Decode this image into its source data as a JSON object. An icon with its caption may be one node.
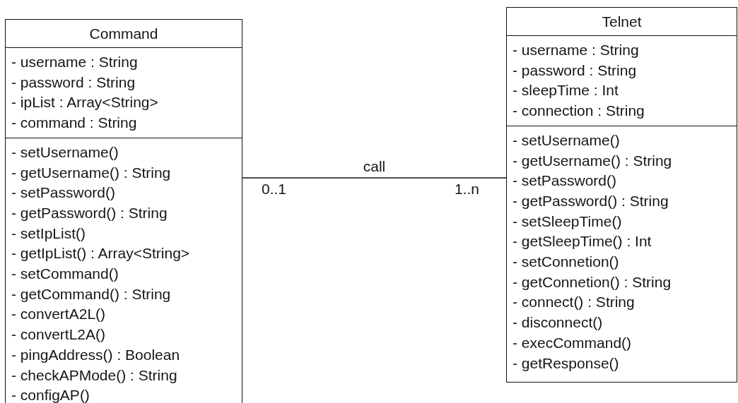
{
  "diagram": {
    "nodes": [
      {
        "text": [
          "Command"
        ]
      },
      {
        "text": [
          "- username : String",
          "- password : String",
          "- ipList : Array<String>",
          "- command : String"
        ],
        "in": 0
      },
      {
        "text": [
          "- setUsername()",
          "- getUsername() : String",
          "- setPassword()",
          "- getPassword() : String",
          "- setIpList()",
          "- getIpList() : Array<String>",
          "- setCommand()",
          "- getCommand() : String",
          "- convertA2L()",
          "- convertL2A()",
          "- pingAddress() : Boolean",
          "- checkAPMode() : String",
          "- configAP()"
        ],
        "in": 0
      },
      {
        "text": [
          "Telnet"
        ]
      },
      {
        "text": [
          "- username : String",
          "- password : String",
          "- sleepTime : Int",
          "- connection : String"
        ],
        "in": 3
      },
      {
        "text": [
          "- setUsername()",
          "- getUsername() : String",
          "- setPassword()",
          "- getPassword() : String",
          "- setSleepTime()",
          "- getSleepTime() : Int",
          "- setConnetion()",
          "- getConnetion() : String",
          "- connect() : String",
          "- disconnect()",
          "- execCommand()",
          "- getResponse()"
        ],
        "in": 3
      }
    ],
    "edges": [
      {
        "from": 0,
        "to": 3,
        "arrow": "none",
        "label": "call"
      }
    ],
    "labels": [
      "0..1",
      "1..n"
    ]
  }
}
